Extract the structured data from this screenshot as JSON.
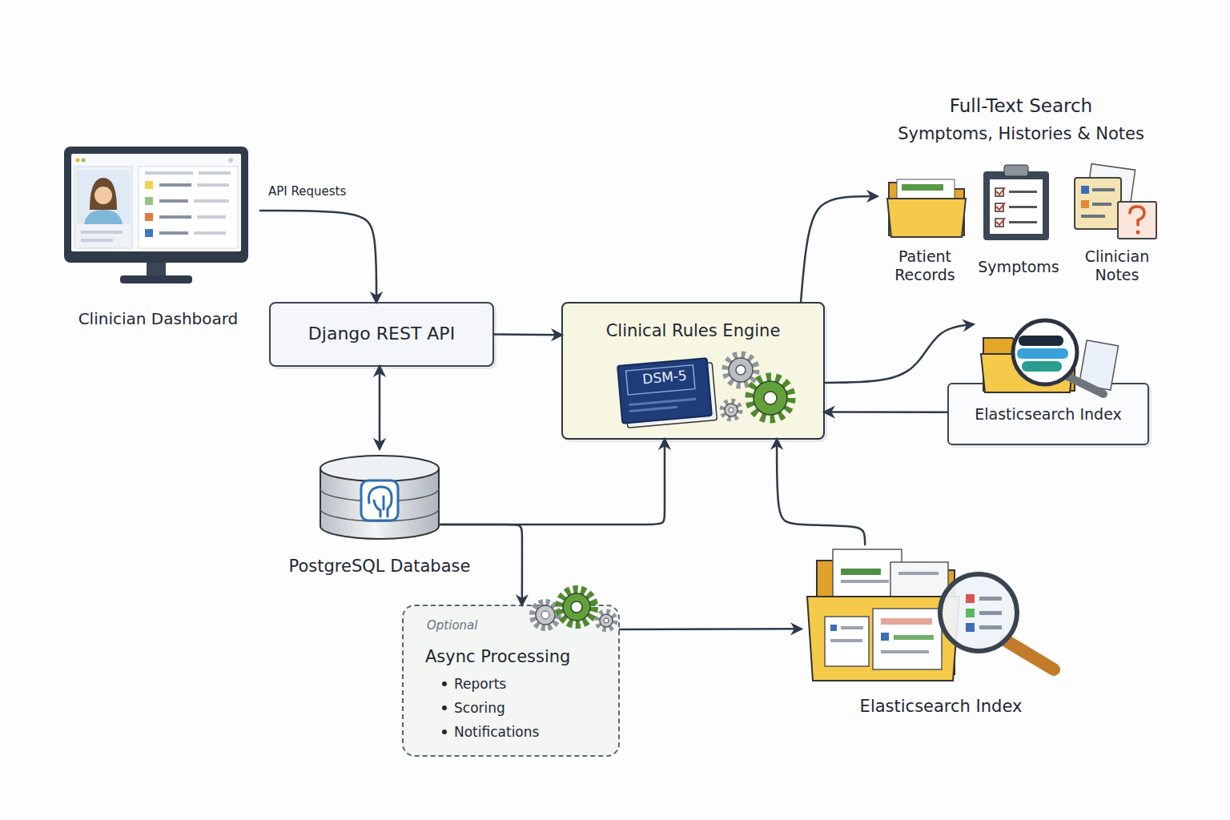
{
  "diagram": {
    "nodes": [
      {
        "text": [
          "Clinician Dashboard"
        ]
      },
      {
        "text": [
          "Django REST API"
        ]
      },
      {
        "text": [
          "Clinical Rules Engine"
        ]
      },
      {
        "text": [
          "Full-Text Search",
          "Symptoms, Histories & Notes"
        ]
      },
      {
        "text": [
          "Patient Records"
        ],
        "in": 3
      },
      {
        "text": [
          "Symptoms"
        ],
        "in": 3
      },
      {
        "text": [
          "Clinician Notes"
        ],
        "in": 3
      },
      {
        "text": [
          "Elasticsearch Index"
        ]
      },
      {
        "text": [
          "PostgreSQL Database"
        ]
      },
      {
        "text": [
          "Optional",
          "Async Processing",
          "Reports",
          "Scoring",
          "Notifications"
        ]
      },
      {
        "text": [
          "Elasticsearch Index"
        ]
      }
    ],
    "edges": [
      {
        "from": 0,
        "to": 1,
        "label": "API Requests",
        "arrow": "to"
      },
      {
        "from": 1,
        "to": 2,
        "arrow": "to"
      },
      {
        "from": 1,
        "to": 8,
        "arrow": "both"
      },
      {
        "from": 8,
        "to": 2,
        "arrow": "to"
      },
      {
        "from": 8,
        "to": 9,
        "arrow": "to"
      },
      {
        "from": 2,
        "to": 3,
        "arrow": "to"
      },
      {
        "from": 2,
        "to": 7,
        "arrow": "to"
      },
      {
        "from": 7,
        "to": 2,
        "arrow": "to"
      },
      {
        "from": 9,
        "to": 10,
        "arrow": "to"
      },
      {
        "from": 10,
        "to": 2,
        "arrow": "to"
      }
    ],
    "labels": [
      "DSM-5"
    ]
  }
}
